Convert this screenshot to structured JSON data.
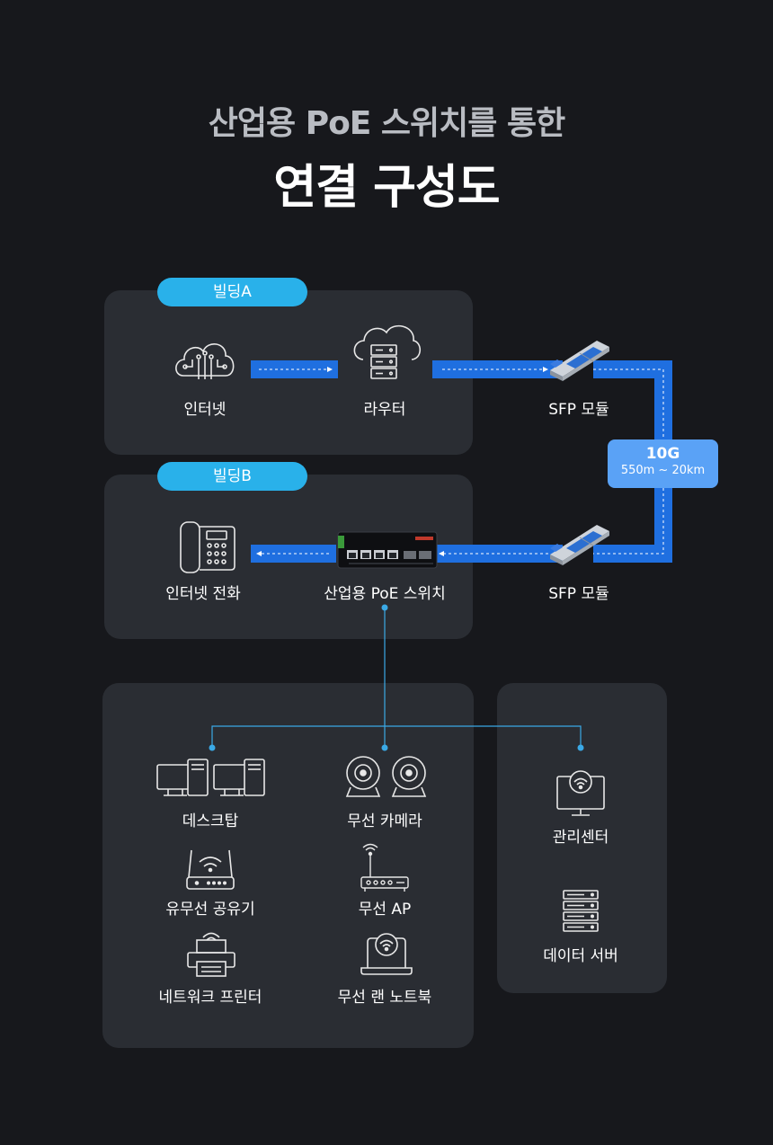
{
  "title": {
    "line1": "산업용 PoE 스위치를 통한",
    "line2": "연결 구성도"
  },
  "buildings": {
    "a": {
      "label": "빌딩A"
    },
    "b": {
      "label": "빌딩B"
    }
  },
  "nodes": {
    "internet": "인터넷",
    "router": "라우터",
    "sfp_top": "SFP 모듈",
    "sfp_bottom": "SFP 모듈",
    "phone": "인터넷 전화",
    "poe_switch": "산업용  PoE 스위치"
  },
  "link": {
    "speed": "10G",
    "range": "550m ~ 20km"
  },
  "devices": {
    "desktop": "데스크탑",
    "wireless_camera": "무선 카메라",
    "wired_router": "유무선 공유기",
    "wireless_ap": "무선 AP",
    "network_printer": "네트워크 프린터",
    "wireless_laptop": "무선 랜 노트북"
  },
  "management": {
    "center": "관리센터",
    "data_server": "데이터 서버"
  },
  "colors": {
    "background": "#17181c",
    "panel": "#2a2d33",
    "pill": "#29b1ea",
    "link_blue": "#1f6fe0",
    "badge": "#5aa2f6",
    "connector": "#3aa9e6"
  }
}
